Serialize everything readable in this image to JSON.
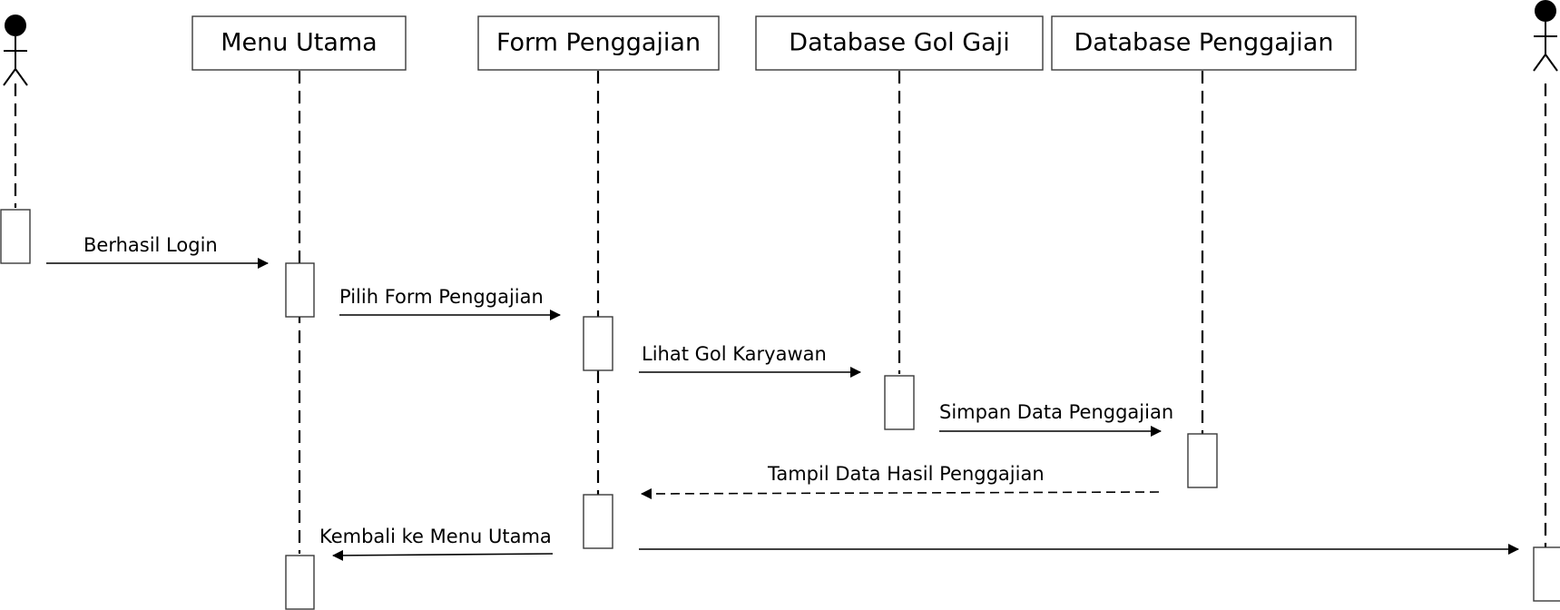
{
  "diagram": {
    "type": "sequence",
    "participants": [
      {
        "label": ""
      },
      {
        "label": "Menu Utama"
      },
      {
        "label": "Form Penggajian"
      },
      {
        "label": "Database Gol Gaji"
      },
      {
        "label": "Database Penggajian"
      },
      {
        "label": ""
      }
    ],
    "messages": [
      {
        "label": "Berhasil Login",
        "from": 0,
        "to": 1,
        "style": "solid"
      },
      {
        "label": "Pilih Form Penggajian",
        "from": 1,
        "to": 2,
        "style": "solid"
      },
      {
        "label": "Lihat Gol Karyawan",
        "from": 2,
        "to": 3,
        "style": "solid"
      },
      {
        "label": "Simpan Data Penggajian",
        "from": 3,
        "to": 4,
        "style": "solid"
      },
      {
        "label": "Tampil Data Hasil Penggajian",
        "from": 4,
        "to": 2,
        "style": "dashed"
      },
      {
        "label": "Kembali ke Menu Utama",
        "from": 2,
        "to": 1,
        "style": "solid"
      },
      {
        "label": "",
        "from": 2,
        "to": 5,
        "style": "solid"
      }
    ],
    "colors": {
      "line": "#000000",
      "box_border": "#3a3a3a",
      "background": "#ffffff"
    }
  }
}
